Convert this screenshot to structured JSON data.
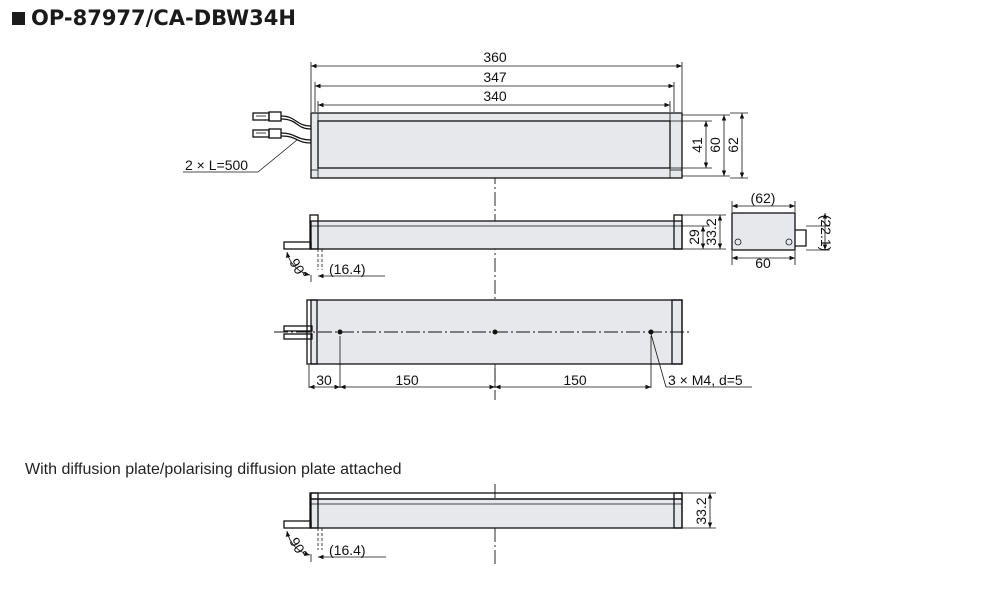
{
  "title": "OP-87977/CA-DBW34H",
  "caption": "With diffusion plate/polarising diffusion plate attached",
  "dims": {
    "d360": "360",
    "d347": "347",
    "d340": "340",
    "d41": "41",
    "d60": "60",
    "d62": "62",
    "cable": "2 × L=500",
    "d29": "29",
    "d332": "33.2",
    "angle": "90°",
    "d164": "(16.4)",
    "side_w": "(62)",
    "side_h": "(22.1)",
    "side_base": "60",
    "d30": "30",
    "d150a": "150",
    "d150b": "150",
    "holes": "3 × M4, d=5",
    "lower_d332": "33.2",
    "lower_angle": "90°",
    "lower_d164": "(16.4)"
  }
}
